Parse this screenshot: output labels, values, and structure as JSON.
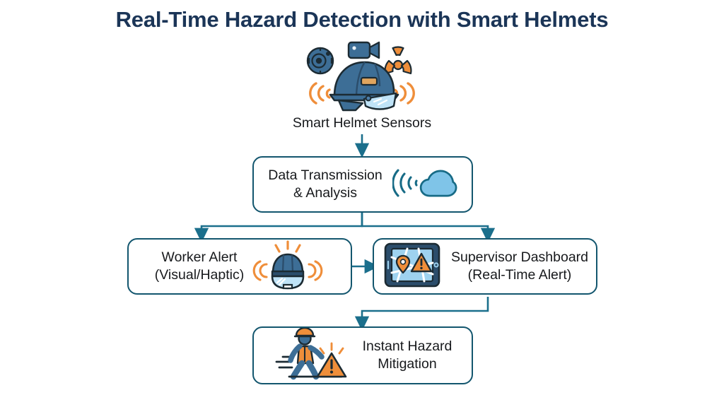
{
  "page": {
    "title": "Real-Time Hazard Detection with Smart Helmets",
    "background_color": "#ffffff",
    "title_color": "#1b3557"
  },
  "theme": {
    "box_border": "#13566e",
    "box_fill": "#ffffff",
    "connector": "#1b6f8c",
    "text": "#17191c",
    "accent_orange": "#ef8e3a",
    "helmet_blue": "#3d6e96",
    "helmet_dark": "#2b4d6b",
    "cloud_blue": "#7fc4e8",
    "screen_blue": "#9ed2ef",
    "outline_dark": "#1c2b33"
  },
  "diagram": {
    "type": "flowchart",
    "top_icon": {
      "name": "smart-helmet-with-sensors",
      "caption": "Smart Helmet Sensors",
      "sensor_icons": [
        {
          "name": "gas-sensor-icon",
          "position": "left",
          "color": "#3d6e96"
        },
        {
          "name": "camera-icon",
          "position": "top-center",
          "color": "#3d6e96"
        },
        {
          "name": "radiation-icon",
          "position": "right",
          "color": "#ef8e3a"
        },
        {
          "name": "signal-waves-left-icon",
          "position": "left-lower",
          "color": "#ef8e3a"
        },
        {
          "name": "signal-waves-right-icon",
          "position": "right-lower",
          "color": "#ef8e3a"
        }
      ]
    },
    "nodes": [
      {
        "id": "data-transmission",
        "label": "Data Transmission\n& Analysis",
        "icons": [
          "wifi-waves-icon",
          "cloud-icon"
        ]
      },
      {
        "id": "worker-alert",
        "label": "Worker Alert\n(Visual/Haptic)",
        "icons": [
          "helmet-alert-icon",
          "vibration-waves-icon"
        ]
      },
      {
        "id": "supervisor-dashboard",
        "label": "Supervisor Dashboard\n(Real-Time Alert)",
        "icons": [
          "tablet-map-icon",
          "location-pin-icon",
          "warning-triangle-icon"
        ]
      },
      {
        "id": "instant-hazard-mitigation",
        "label": "Instant Hazard\nMitigation",
        "icons": [
          "walking-worker-icon",
          "warning-triangle-icon"
        ]
      }
    ],
    "edges": [
      {
        "from": "smart-helmet-sensors",
        "to": "data-transmission",
        "style": "arrow-down"
      },
      {
        "from": "data-transmission",
        "to": "worker-alert",
        "style": "split-arrow-down-left"
      },
      {
        "from": "data-transmission",
        "to": "supervisor-dashboard",
        "style": "split-arrow-down-right"
      },
      {
        "from": "worker-alert",
        "to": "supervisor-dashboard",
        "style": "arrow-right"
      },
      {
        "from": "supervisor-dashboard",
        "to": "instant-hazard-mitigation",
        "style": "arrow-down-left"
      }
    ]
  }
}
